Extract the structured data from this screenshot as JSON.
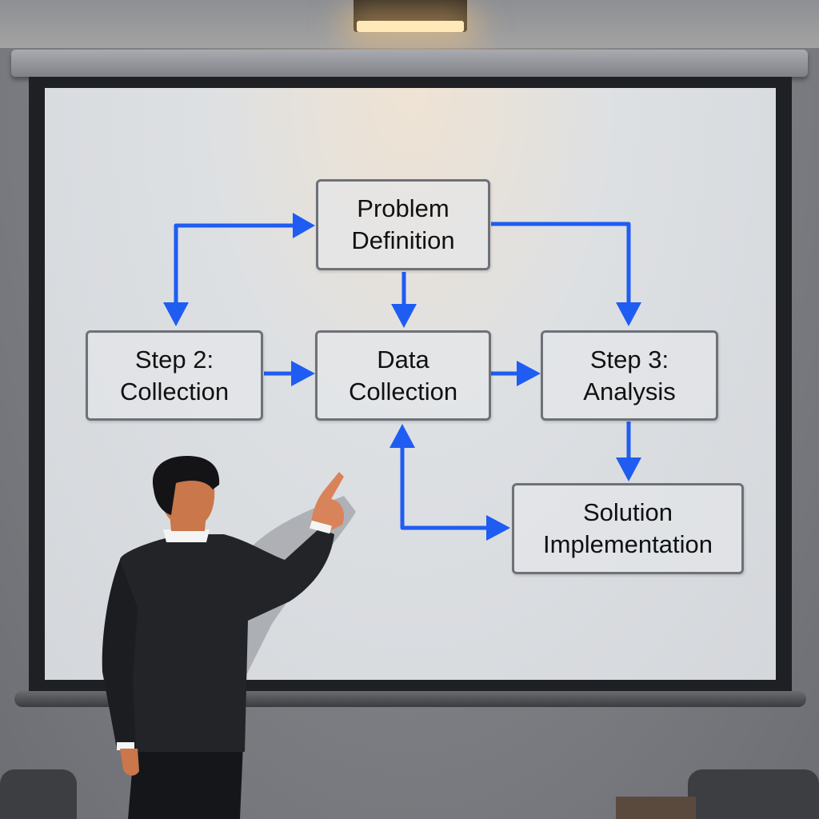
{
  "diagram": {
    "nodes": {
      "problem": "Problem\nDefinition",
      "step2": "Step 2:\nCollection",
      "data": "Data\nCollection",
      "step3": "Step 3:\nAnalysis",
      "solution": "Solution\nImplementation"
    },
    "edges": [
      {
        "from": "step2",
        "to": "problem"
      },
      {
        "from": "problem",
        "to": "step2"
      },
      {
        "from": "problem",
        "to": "data"
      },
      {
        "from": "problem",
        "to": "step3"
      },
      {
        "from": "step2",
        "to": "data"
      },
      {
        "from": "data",
        "to": "step3"
      },
      {
        "from": "step3",
        "to": "solution"
      },
      {
        "from": "solution",
        "to": "data"
      },
      {
        "from": "data",
        "to": "solution"
      }
    ],
    "arrow_color": "#1f5cf2"
  }
}
